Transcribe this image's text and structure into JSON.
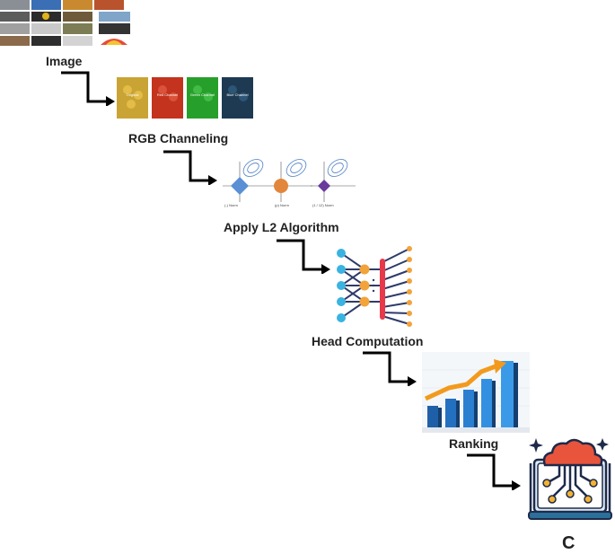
{
  "steps": [
    {
      "label": "Image"
    },
    {
      "label": "RGB Channeling"
    },
    {
      "label": "Apply L2 Algorithm"
    },
    {
      "label": "Head Computation"
    },
    {
      "label": "Ranking"
    },
    {
      "label": "C"
    }
  ],
  "channels": [
    "Original",
    "Red Channel",
    "Green Channel",
    "Blue Channel"
  ],
  "l2_captions": [
    "(-) Norm",
    "(p) Norm",
    "(1 / 12) Norm"
  ],
  "colors": {
    "channel_colors": [
      "#c9a434",
      "#c3331d",
      "#27a02b",
      "#1d3a52"
    ],
    "arrow": "#000000",
    "cloud": "#e8553c",
    "book": "#2b6f9a"
  }
}
